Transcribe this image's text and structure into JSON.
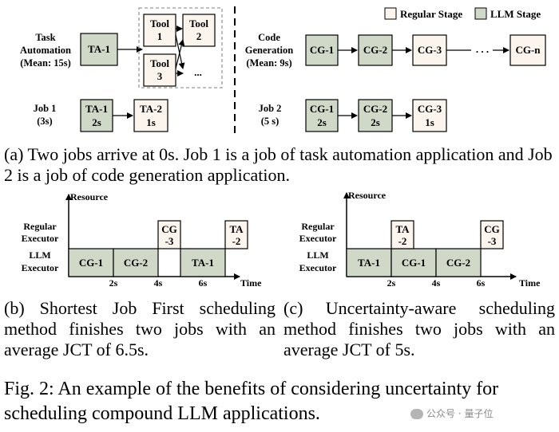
{
  "legend": {
    "regular_label": "Regular Stage",
    "llm_label": "LLM Stage",
    "regular_color": "#fbf5ee",
    "llm_color": "#d0d8c8"
  },
  "part_a": {
    "task_automation": {
      "line1": "Task",
      "line2": "Automation",
      "line3": "(Mean: 15s)"
    },
    "ta1": "TA-1",
    "tools": [
      {
        "line1": "Tool",
        "line2": "1"
      },
      {
        "line1": "Tool",
        "line2": "2"
      },
      {
        "line1": "Tool",
        "line2": "3"
      }
    ],
    "tools_more": "...",
    "code_generation": {
      "line1": "Code",
      "line2": "Generation",
      "line3": "(Mean: 9s)"
    },
    "cg_stages": [
      "CG-1",
      "CG-2",
      "CG-3",
      "CG-n"
    ],
    "cg_dots": ". . .",
    "job1": {
      "line1": "Job 1",
      "line2": "(3s)"
    },
    "job1_stages": [
      {
        "name": "TA-1",
        "time": "2s"
      },
      {
        "name": "TA-2",
        "time": "1s"
      }
    ],
    "job2": {
      "line1": "Job 2",
      "line2": "(5 s)"
    },
    "job2_stages": [
      {
        "name": "CG-1",
        "time": "2s"
      },
      {
        "name": "CG-2",
        "time": "2s"
      },
      {
        "name": "CG-3",
        "time": "1s"
      }
    ],
    "caption": "(a) Two jobs arrive at 0s. Job 1 is a job of task automation application and Job 2 is a job of code generation application."
  },
  "part_b": {
    "resource": "Resource",
    "regular_executor": {
      "line1": "Regular",
      "line2": "Executor"
    },
    "llm_executor": {
      "line1": "LLM",
      "line2": "Executor"
    },
    "llm_blocks": [
      "CG-1",
      "CG-2",
      "TA-1"
    ],
    "regular_blocks": [
      {
        "line1": "CG",
        "line2": "-3"
      },
      {
        "line1": "TA",
        "line2": "-2"
      }
    ],
    "ticks": [
      "2s",
      "4s",
      "6s"
    ],
    "time": "Time",
    "caption": "(b) Shortest Job First scheduling method finishes two jobs with an average JCT of 6.5s."
  },
  "part_c": {
    "resource": "Resource",
    "regular_executor": {
      "line1": "Regular",
      "line2": "Executor"
    },
    "llm_executor": {
      "line1": "LLM",
      "line2": "Executor"
    },
    "llm_blocks": [
      "TA-1",
      "CG-1",
      "CG-2"
    ],
    "regular_blocks": [
      {
        "line1": "TA",
        "line2": "-2"
      },
      {
        "line1": "CG",
        "line2": "-3"
      }
    ],
    "ticks": [
      "2s",
      "4s",
      "6s"
    ],
    "time": "Time",
    "caption": "(c) Uncertainty-aware scheduling method finishes two jobs with an average JCT of 5s."
  },
  "figure_caption": "Fig. 2: An example of the benefits of considering uncertainty for scheduling compound LLM applications.",
  "watermark": "公众号 · 量子位"
}
